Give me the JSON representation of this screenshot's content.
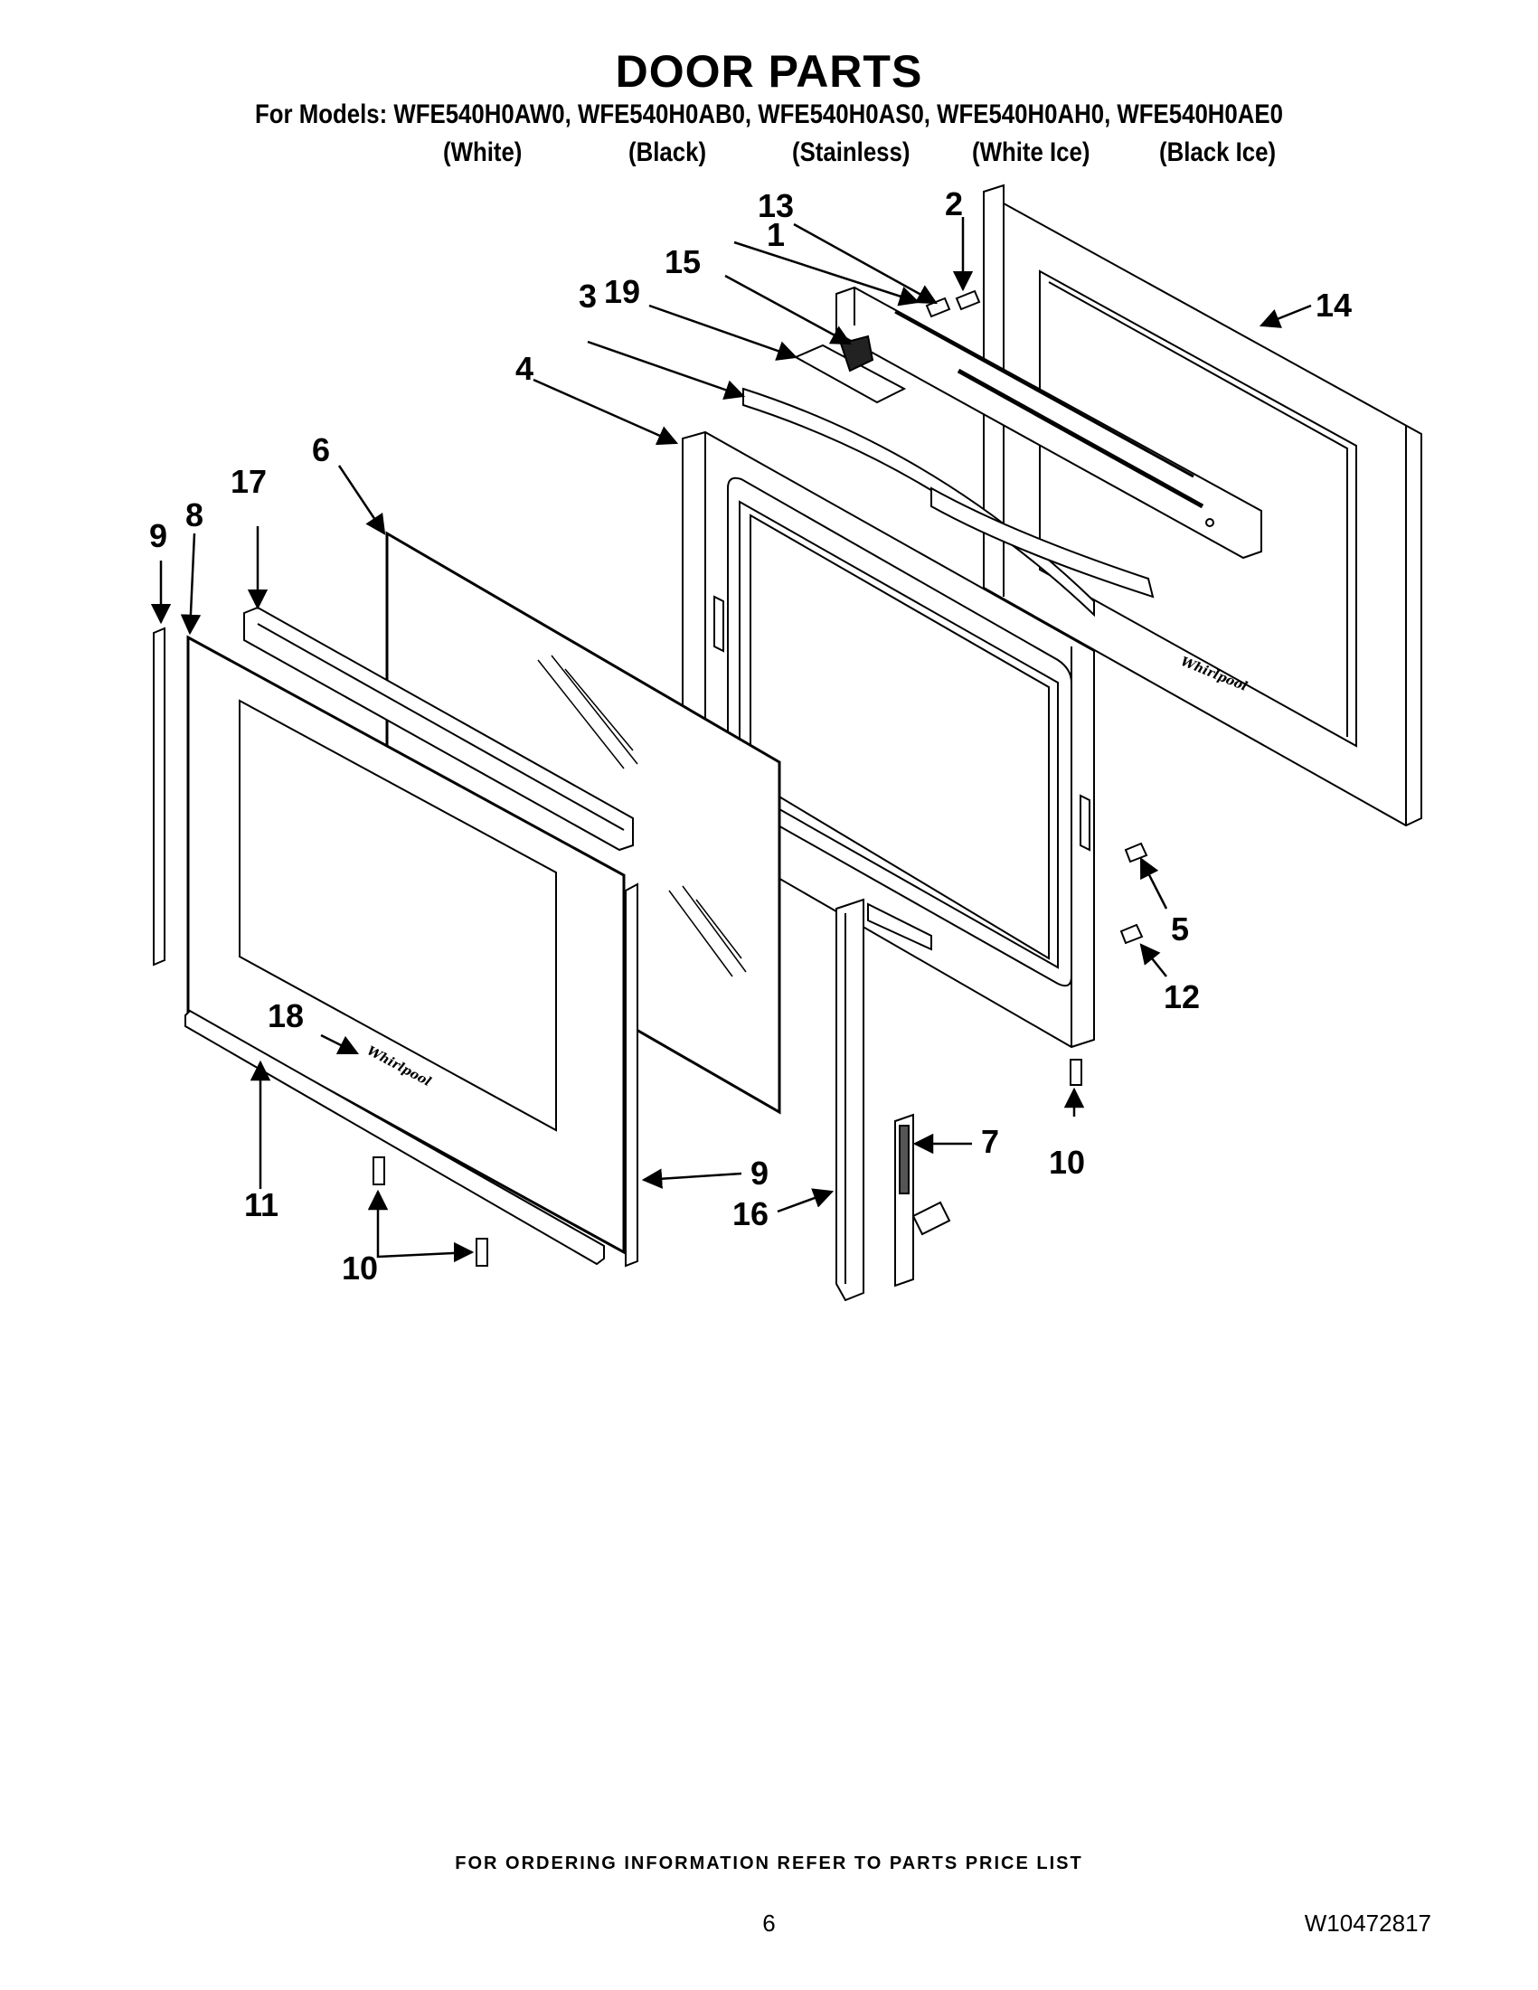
{
  "header": {
    "title": "DOOR PARTS",
    "models_line": "For Models: WFE540H0AW0, WFE540H0AB0, WFE540H0AS0, WFE540H0AH0, WFE540H0AE0",
    "variants": [
      "(White)",
      "(Black)",
      "(Stainless)",
      "(White Ice)",
      "(Black Ice)"
    ]
  },
  "callouts": {
    "c1": "1",
    "c2": "2",
    "c3": "3",
    "c4": "4",
    "c5": "5",
    "c6": "6",
    "c7": "7",
    "c8": "8",
    "c9a": "9",
    "c9b": "9",
    "c10a": "10",
    "c10b": "10",
    "c11": "11",
    "c12": "12",
    "c13": "13",
    "c14": "14",
    "c15": "15",
    "c16": "16",
    "c17": "17",
    "c18": "18",
    "c19": "19"
  },
  "footer": {
    "ordering_info": "FOR ORDERING INFORMATION REFER TO PARTS PRICE LIST",
    "page_number": "6",
    "document_number": "W10472817"
  }
}
